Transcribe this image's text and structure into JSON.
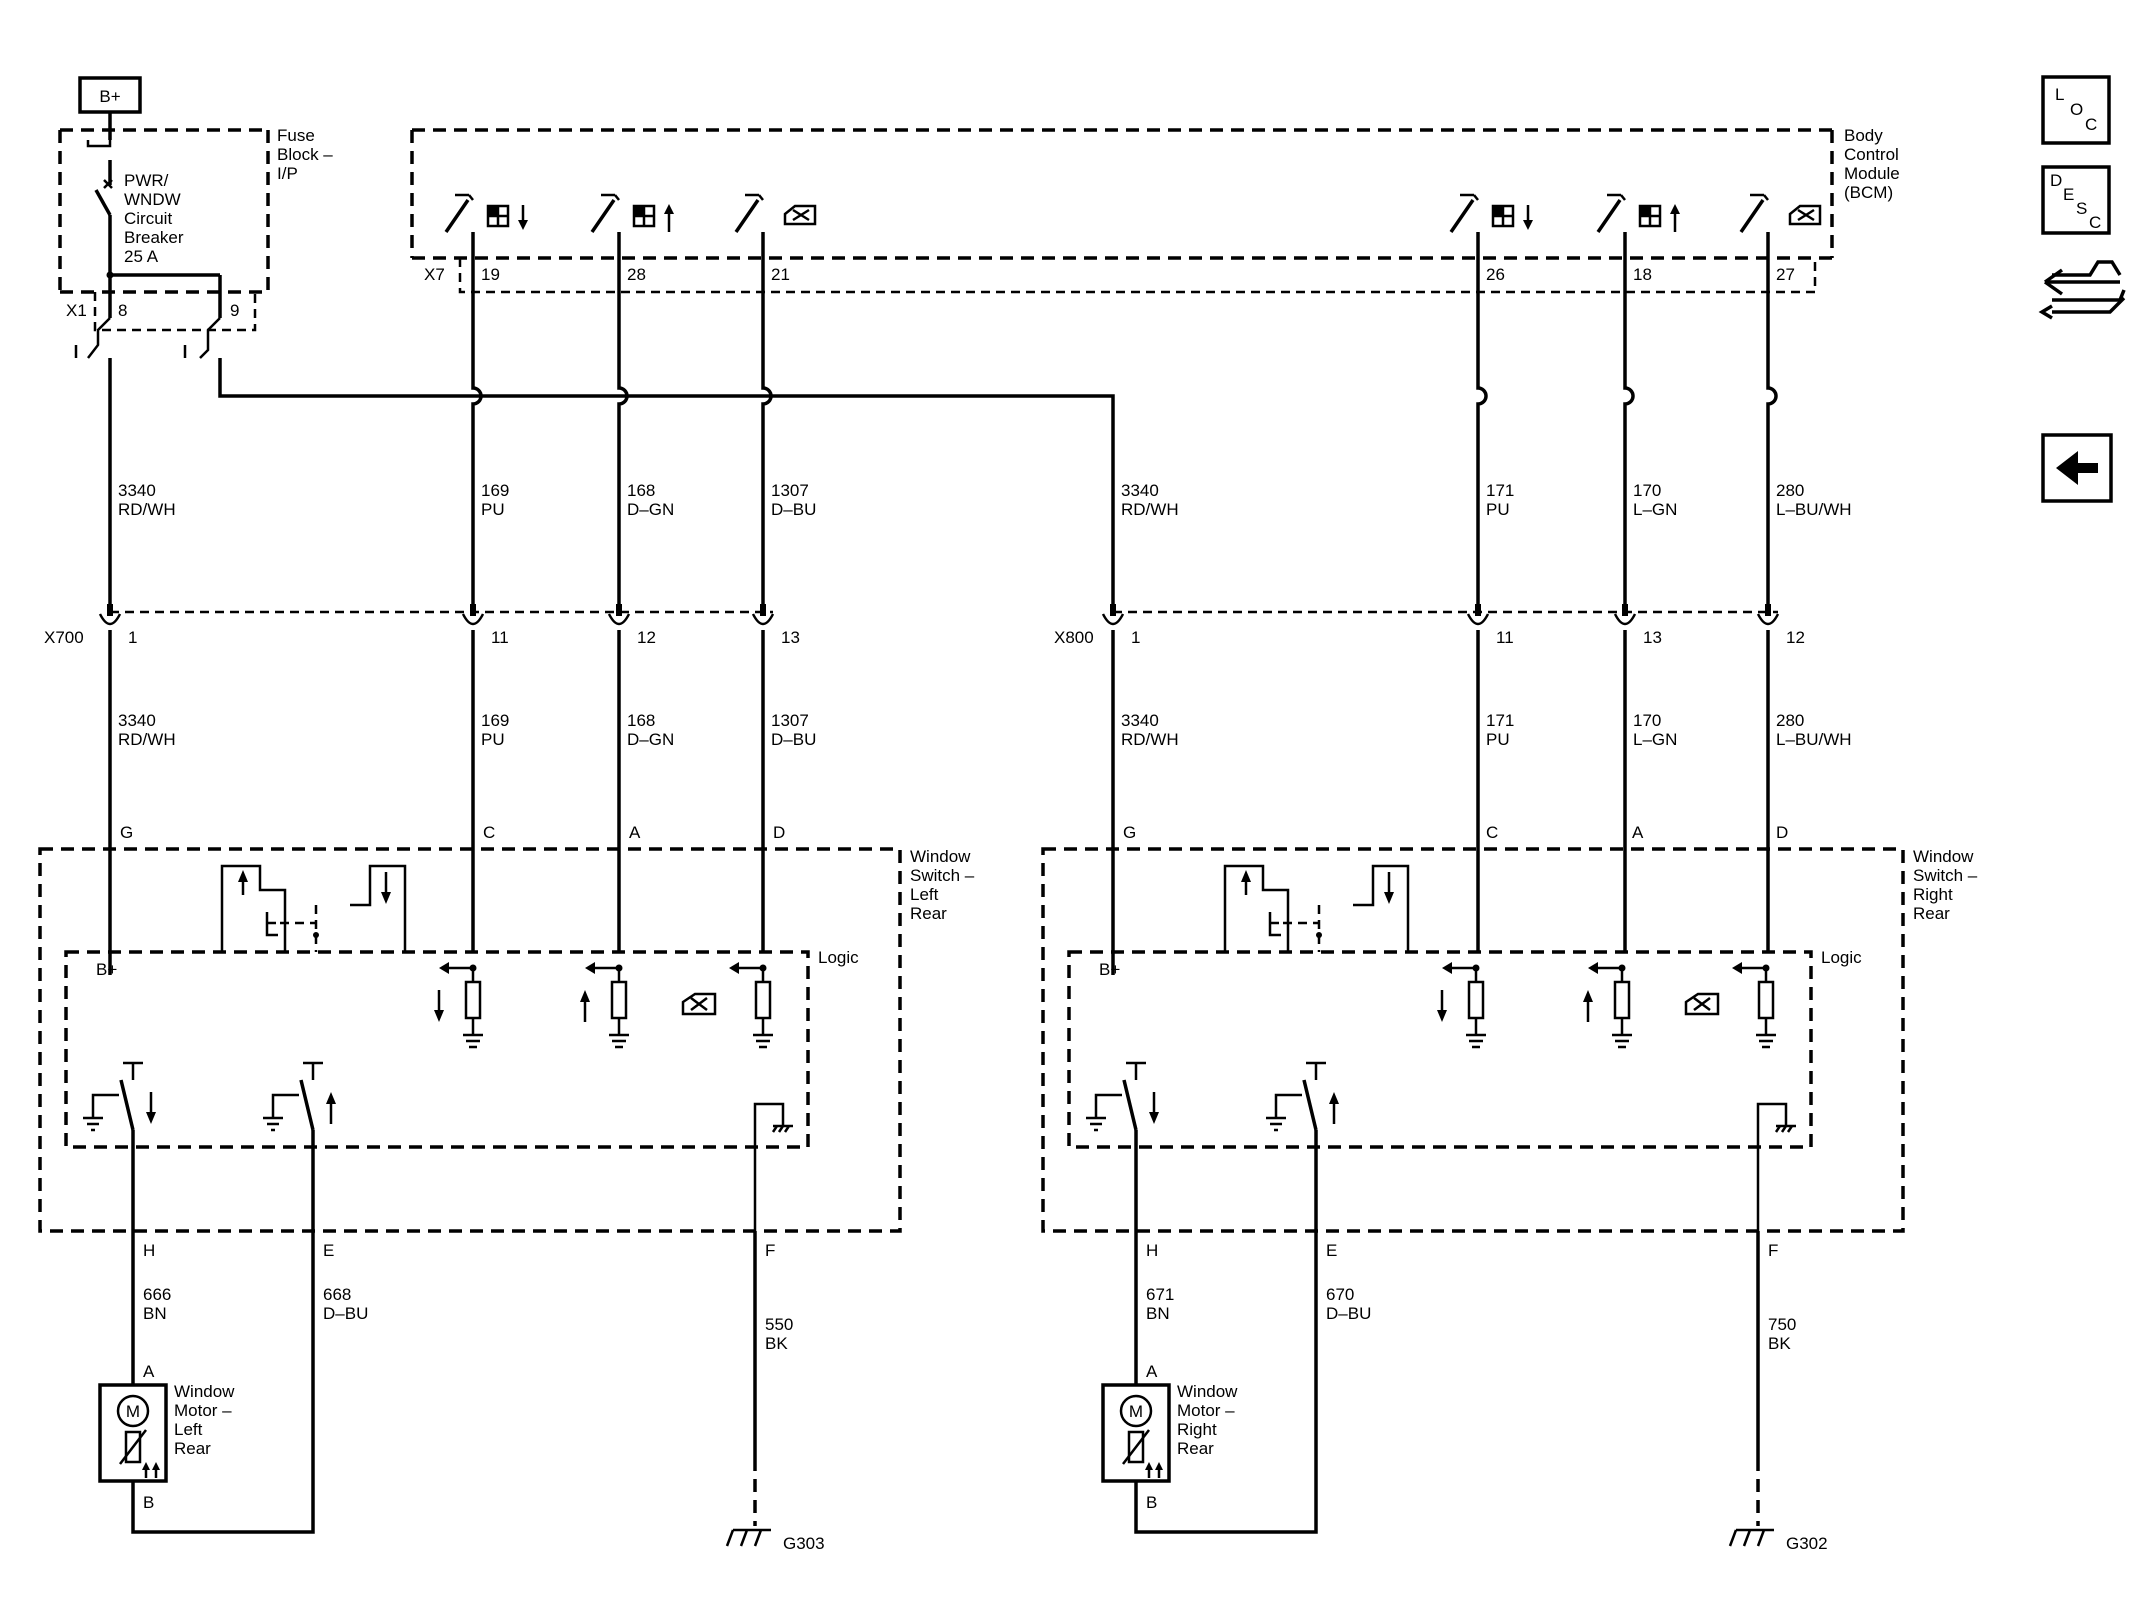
{
  "power": {
    "label": "B+"
  },
  "fuse_block": {
    "title": [
      "Fuse",
      "Block –",
      "I/P"
    ],
    "breaker": [
      "PWR/",
      "WNDW",
      "Circuit",
      "Breaker",
      "25 A"
    ],
    "connector": "X1",
    "pins": [
      "8",
      "9"
    ]
  },
  "bcm": {
    "title": [
      "Body",
      "Control",
      "Module",
      "(BCM)"
    ],
    "connector": "X7",
    "pins": [
      "19",
      "28",
      "21",
      "26",
      "18",
      "27"
    ]
  },
  "upper_wires": [
    {
      "circuit": "3340",
      "color": "RD/WH"
    },
    {
      "circuit": "169",
      "color": "PU"
    },
    {
      "circuit": "168",
      "color": "D–GN"
    },
    {
      "circuit": "1307",
      "color": "D–BU"
    },
    {
      "circuit": "3340",
      "color": "RD/WH"
    },
    {
      "circuit": "171",
      "color": "PU"
    },
    {
      "circuit": "170",
      "color": "L–GN"
    },
    {
      "circuit": "280",
      "color": "L–BU/WH"
    }
  ],
  "lower_wires": [
    {
      "circuit": "3340",
      "color": "RD/WH"
    },
    {
      "circuit": "169",
      "color": "PU"
    },
    {
      "circuit": "168",
      "color": "D–GN"
    },
    {
      "circuit": "1307",
      "color": "D–BU"
    },
    {
      "circuit": "3340",
      "color": "RD/WH"
    },
    {
      "circuit": "171",
      "color": "PU"
    },
    {
      "circuit": "170",
      "color": "L–GN"
    },
    {
      "circuit": "280",
      "color": "L–BU/WH"
    }
  ],
  "inline_connectors": [
    {
      "name": "X700",
      "pins": [
        "1",
        "11",
        "12",
        "13"
      ]
    },
    {
      "name": "X800",
      "pins": [
        "1",
        "11",
        "13",
        "12"
      ]
    }
  ],
  "window_switches": [
    {
      "title": [
        "Window",
        "Switch –",
        "Left",
        "Rear"
      ],
      "top_pins": [
        "G",
        "C",
        "A",
        "D"
      ],
      "bottom_pins": [
        "H",
        "E",
        "F"
      ],
      "logic_label": "Logic",
      "bplus_label": "B+",
      "motor_wires": [
        {
          "circuit": "666",
          "color": "BN"
        },
        {
          "circuit": "668",
          "color": "D–BU"
        }
      ],
      "ground_wire": {
        "circuit": "550",
        "color": "BK"
      },
      "ground_name": "G303",
      "motor_title": [
        "Window",
        "Motor –",
        "Left",
        "Rear"
      ],
      "motor_pins": [
        "A",
        "B"
      ],
      "motor_symbol": "M"
    },
    {
      "title": [
        "Window",
        "Switch –",
        "Right",
        "Rear"
      ],
      "top_pins": [
        "G",
        "C",
        "A",
        "D"
      ],
      "bottom_pins": [
        "H",
        "E",
        "F"
      ],
      "logic_label": "Logic",
      "bplus_label": "B+",
      "motor_wires": [
        {
          "circuit": "671",
          "color": "BN"
        },
        {
          "circuit": "670",
          "color": "D–BU"
        }
      ],
      "ground_wire": {
        "circuit": "750",
        "color": "BK"
      },
      "ground_name": "G302",
      "motor_title": [
        "Window",
        "Motor –",
        "Right",
        "Rear"
      ],
      "motor_pins": [
        "A",
        "B"
      ],
      "motor_symbol": "M"
    }
  ],
  "nav": {
    "loc": [
      "L",
      "O",
      "C"
    ],
    "desc": [
      "D",
      "E",
      "S",
      "C"
    ],
    "connector_view_icon": "connector-end-view-icon",
    "back_icon": "back-arrow-icon"
  }
}
